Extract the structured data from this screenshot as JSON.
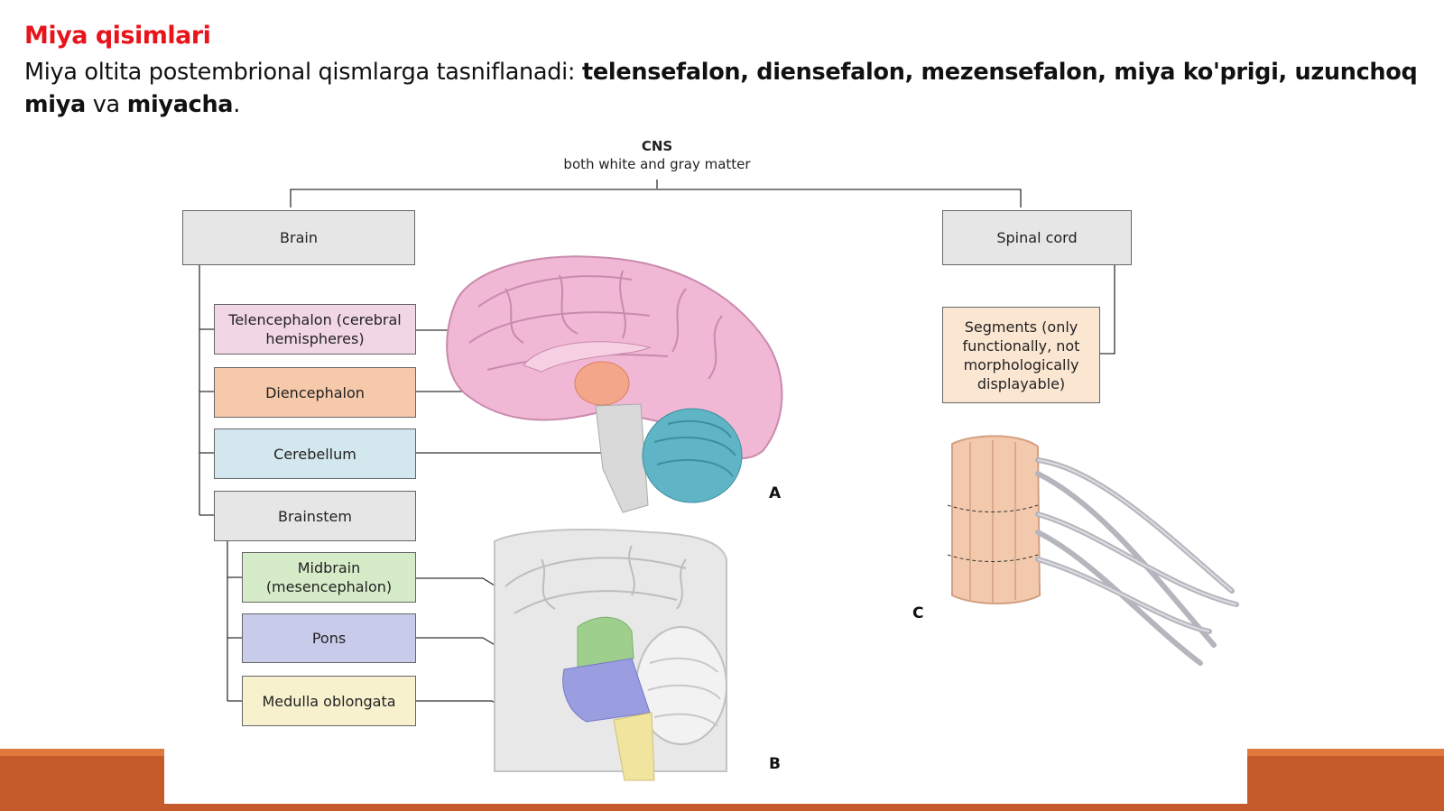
{
  "slide": {
    "title": "Miya qisimlari",
    "intro": {
      "lead": "Miya oltita postembrional qismlarga tasniflanadi: ",
      "parts_bold": "telensefalon, diensefalon, mezensefalon, miya ko'prigi, uzunchoq miya",
      "conj": " va ",
      "last_bold": "miyacha",
      "end": "."
    }
  },
  "diagram": {
    "cns": {
      "title": "CNS",
      "subtitle": "both white and gray matter"
    },
    "brain": "Brain",
    "spinal_cord": "Spinal cord",
    "telencephalon": "Telencephalon (cerebral hemispheres)",
    "diencephalon": "Diencephalon",
    "cerebellum": "Cerebellum",
    "brainstem": "Brainstem",
    "midbrain": "Midbrain (mesencephalon)",
    "pons": "Pons",
    "medulla": "Medulla oblongata",
    "segments": "Segments (only functionally, not morphologically displayable)",
    "figure_labels": {
      "a": "A",
      "b": "B",
      "c": "C"
    }
  },
  "colors": {
    "title_red": "#e8141b",
    "telencephalon": "#f1d6e6",
    "diencephalon": "#f6c9ab",
    "cerebellum": "#d3e8ee",
    "brainstem": "#e6e6e6",
    "midbrain": "#d6ecc9",
    "pons": "#c8cbea",
    "medulla": "#f7f1cd",
    "segments": "#fbe6d2",
    "footer_orange": "#c55a2a"
  }
}
